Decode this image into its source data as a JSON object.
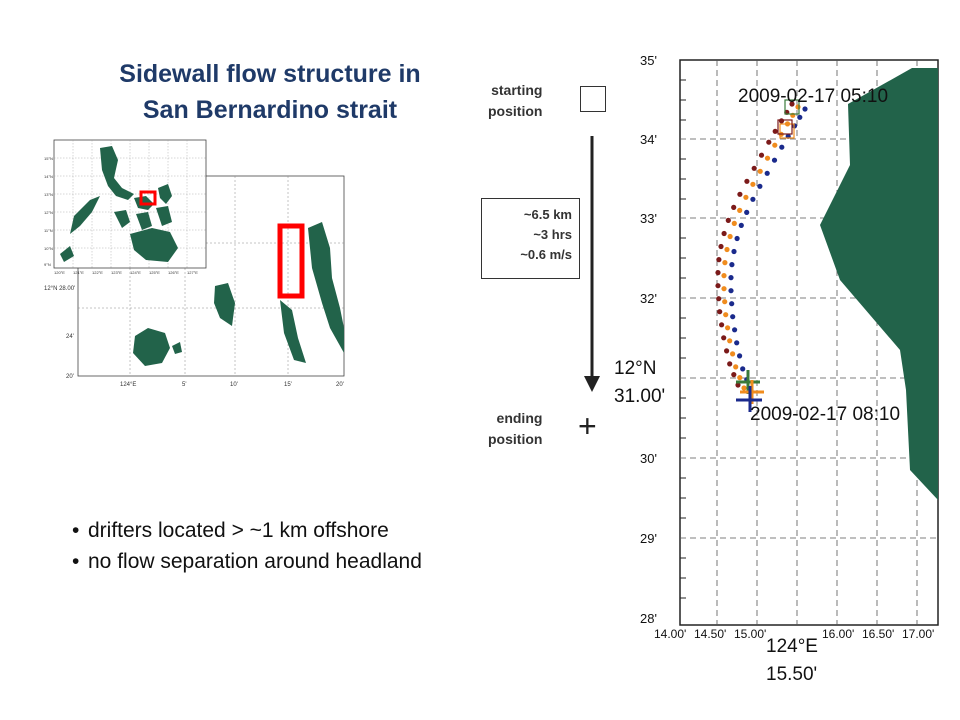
{
  "title": {
    "line1": "Sidewall flow structure in",
    "line2": "San Bernardino strait"
  },
  "legend": {
    "start_label_1": "starting",
    "start_label_2": "position",
    "end_label_1": "ending",
    "end_label_2": "position",
    "end_marker": "+",
    "distance": "~6.5 km",
    "duration": "~3 hrs",
    "speed": "~0.6 m/s"
  },
  "bullets": [
    "drifters located > ~1 km offshore",
    "no flow separation around headland"
  ],
  "colors": {
    "land": "#22634a",
    "highlight": "#ff0000",
    "title": "#1f3a68",
    "grid": "#666666",
    "drifters": [
      "#7b1a1a",
      "#f08c1e",
      "#1a2a8c"
    ]
  },
  "overview_map": {
    "lat_labels": [
      "15°N",
      "14°N",
      "13°N",
      "12°N",
      "11°N",
      "10°N",
      "9°N"
    ],
    "lon_labels": [
      "120°E",
      "121°E",
      "122°E",
      "123°E",
      "124°E",
      "125°E",
      "126°E",
      "127°E"
    ]
  },
  "regional_map": {
    "lat_labels": [
      "12°N 28.00'",
      "24'",
      "20'"
    ],
    "lon_labels": [
      "124°E",
      "5'",
      "10'",
      "15'",
      "20'"
    ]
  },
  "main_map": {
    "lat_labels": [
      "35'",
      "34'",
      "33'",
      "32'",
      "31'",
      "30'",
      "29'",
      "28'"
    ],
    "lon_labels": [
      "14.00'",
      "14.50'",
      "15.00'",
      "15.50'",
      "16.00'",
      "16.50'",
      "17.00'"
    ],
    "start_time": "2009-02-17 05:10",
    "end_time": "2009-02-17 08:10",
    "cursor_lat_deg": "12°N",
    "cursor_lat_min": "31.00'",
    "cursor_lon_deg": "124°E",
    "cursor_lon_min": "15.50'"
  }
}
